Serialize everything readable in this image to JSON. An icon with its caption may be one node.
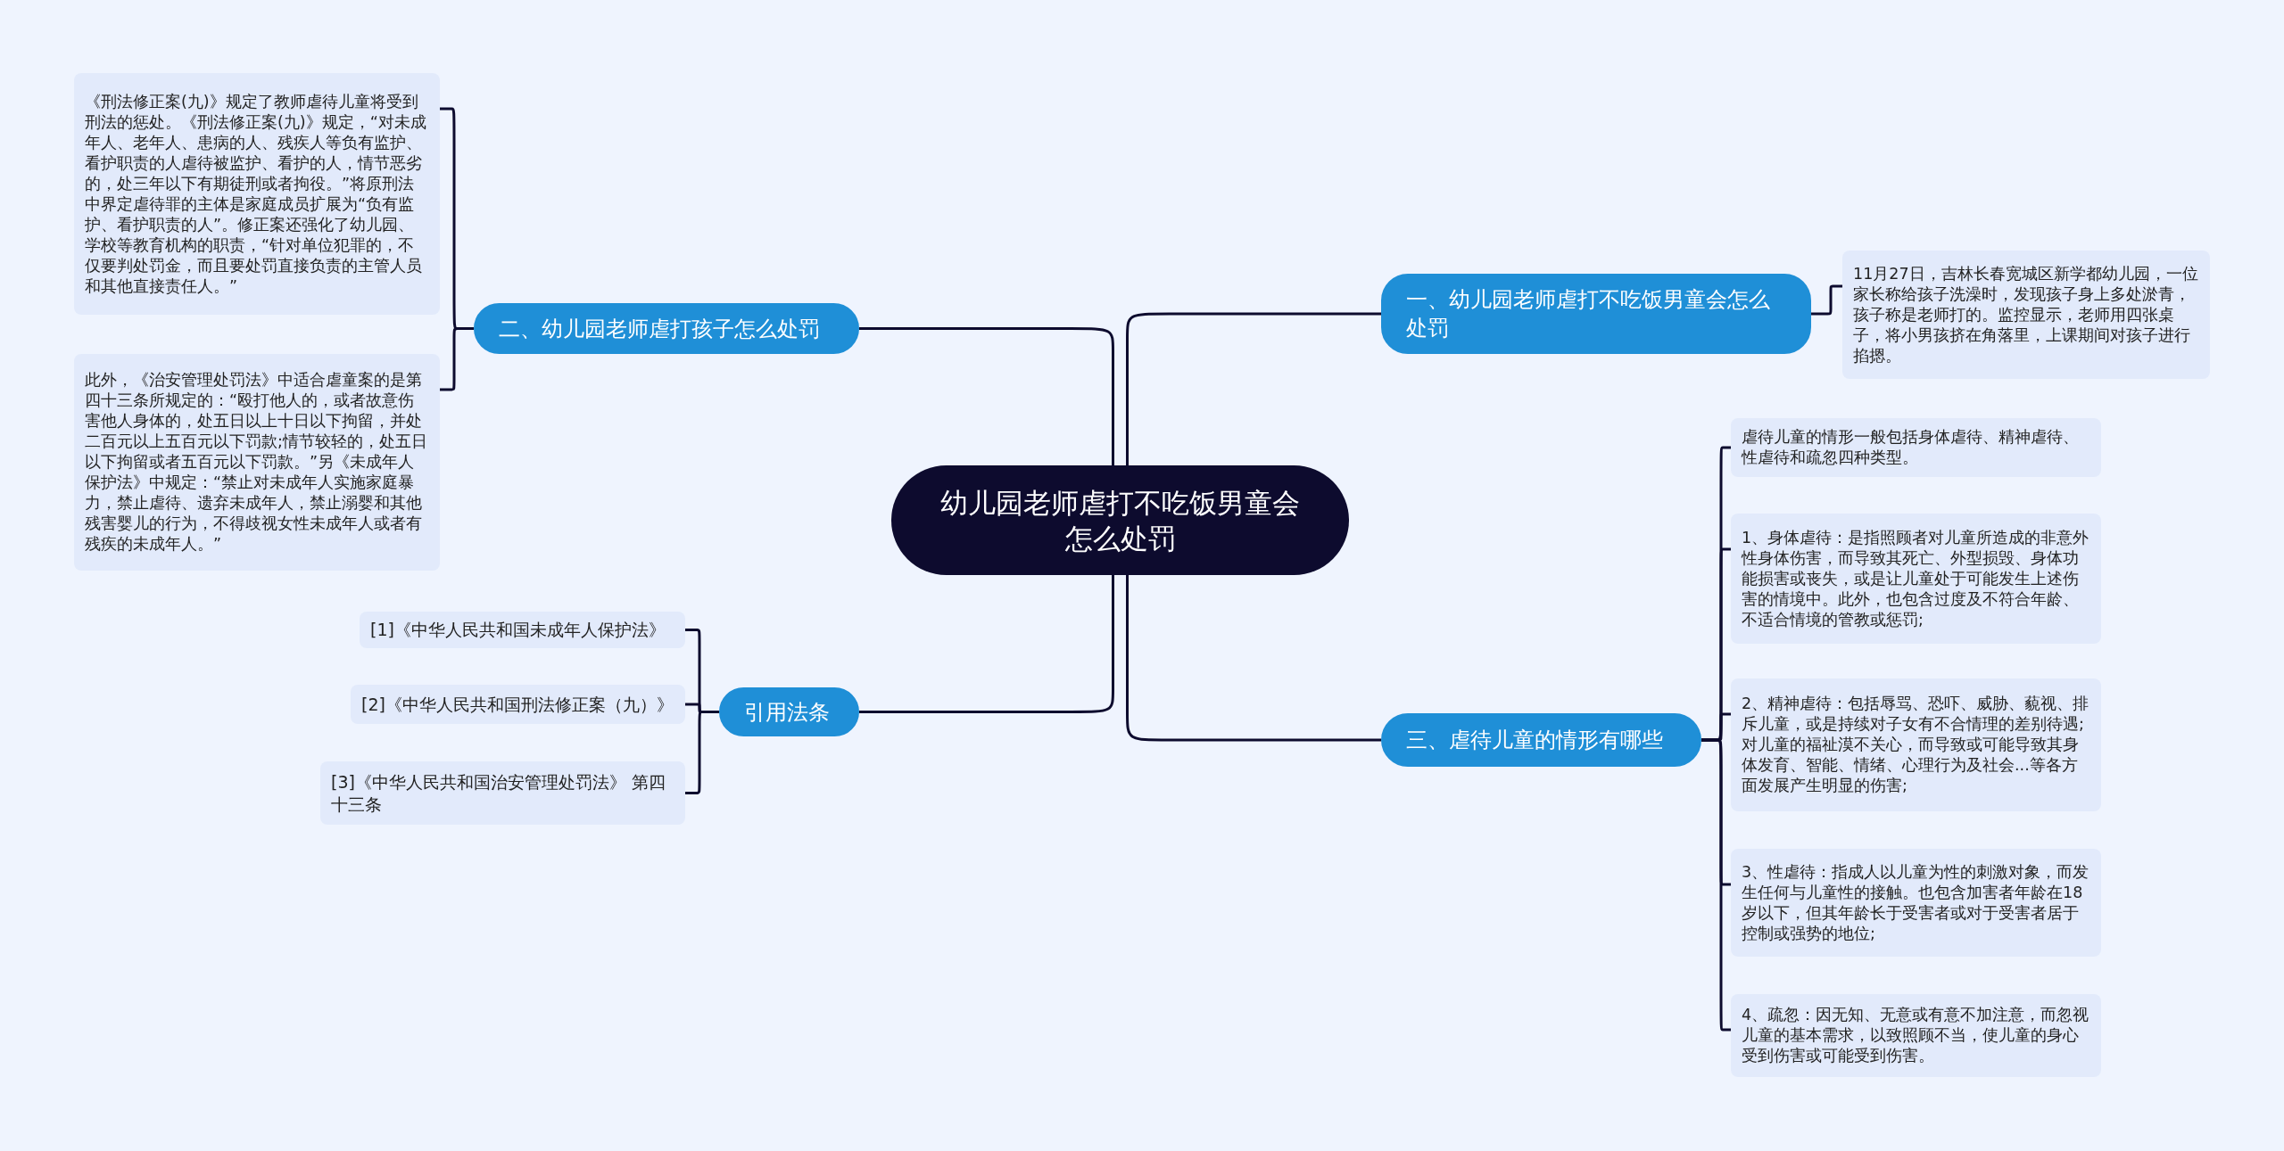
{
  "diagram": {
    "nodes": [
      {
        "text": [
          "幼儿园老师虐打不吃饭男童会怎么处罚"
        ]
      },
      {
        "text": [
          "一、幼儿园老师虐打不吃饭男童会怎么处罚"
        ]
      },
      {
        "text": [
          "11月27日，吉林长春宽城区新学都幼儿园，一位家长称给孩子洗澡时，发现孩子身上多处淤青，孩子称是老师打的。监控显示，老师用四张桌子，将小男孩挤在角落里，上课期间对孩子进行掐摁。"
        ]
      },
      {
        "text": [
          "二、幼儿园老师虐打孩子怎么处罚"
        ]
      },
      {
        "text": [
          "《刑法修正案(九)》规定了教师虐待儿童将受到刑法的惩处。《刑法修正案(九)》规定，“对未成年人、老年人、患病的人、残疾人等负有监护、看护职责的人虐待被监护、看护的人，情节恶劣的，处三年以下有期徒刑或者拘役。”将原刑法中界定虐待罪的主体是家庭成员扩展为“负有监护、看护职责的人”。修正案还强化了幼儿园、学校等教育机构的职责，“针对单位犯罪的，不仅要判处罚金，而且要处罚直接负责的主管人员和其他直接责任人。”"
        ]
      },
      {
        "text": [
          "此外，《治安管理处罚法》中适合虐童案的是第四十三条所规定的：“殴打他人的，或者故意伤害他人身体的，处五日以上十日以下拘留，并处二百元以上五百元以下罚款;情节较轻的，处五日以下拘留或者五百元以下罚款。”另《未成年人保护法》中规定：“禁止对未成年人实施家庭暴力，禁止虐待、遗弃未成年人，禁止溺婴和其他残害婴儿的行为，不得歧视女性未成年人或者有残疾的未成年人。”"
        ]
      },
      {
        "text": [
          "三、虐待儿童的情形有哪些"
        ]
      },
      {
        "text": [
          "虐待儿童的情形一般包括身体虐待、精神虐待、性虐待和疏忽四种类型。"
        ]
      },
      {
        "text": [
          "1、身体虐待：是指照顾者对儿童所造成的非意外性身体伤害，而导致其死亡、外型损毁、身体功能损害或丧失，或是让儿童处于可能发生上述伤害的情境中。此外，也包含过度及不符合年龄、不适合情境的管教或惩罚;"
        ]
      },
      {
        "text": [
          "2、精神虐待：包括辱骂、恐吓、威胁、藐视、排斥儿童，或是持续对子女有不合情理的差别待遇;对儿童的福祉漠不关心，而导致或可能导致其身体发育、智能、情绪、心理行为及社会...等各方面发展产生明显的伤害;"
        ]
      },
      {
        "text": [
          "3、性虐待：指成人以儿童为性的刺激对象，而发生任何与儿童性的接触。也包含加害者年龄在18岁以下，但其年龄长于受害者或对于受害者居于控制或强势的地位;"
        ]
      },
      {
        "text": [
          "4、疏忽：因无知、无意或有意不加注意，而忽视儿童的基本需求，以致照顾不当，使儿童的身心受到伤害或可能受到伤害。"
        ]
      },
      {
        "text": [
          "引用法条"
        ]
      },
      {
        "text": [
          "[1]《中华人民共和国未成年人保护法》"
        ]
      },
      {
        "text": [
          "[2]《中华人民共和国刑法修正案（九）》"
        ]
      },
      {
        "text": [
          "[3]《中华人民共和国治安管理处罚法》 第四十三条"
        ]
      }
    ],
    "edges": [
      {
        "from": 0,
        "to": 1,
        "arrow": "none"
      },
      {
        "from": 1,
        "to": 2,
        "arrow": "none"
      },
      {
        "from": 0,
        "to": 3,
        "arrow": "none"
      },
      {
        "from": 3,
        "to": 4,
        "arrow": "none"
      },
      {
        "from": 3,
        "to": 5,
        "arrow": "none"
      },
      {
        "from": 0,
        "to": 6,
        "arrow": "none"
      },
      {
        "from": 6,
        "to": 7,
        "arrow": "none"
      },
      {
        "from": 6,
        "to": 8,
        "arrow": "none"
      },
      {
        "from": 6,
        "to": 9,
        "arrow": "none"
      },
      {
        "from": 6,
        "to": 10,
        "arrow": "none"
      },
      {
        "from": 6,
        "to": 11,
        "arrow": "none"
      },
      {
        "from": 0,
        "to": 12,
        "arrow": "none"
      },
      {
        "from": 12,
        "to": 13,
        "arrow": "none"
      },
      {
        "from": 12,
        "to": 14,
        "arrow": "none"
      },
      {
        "from": 12,
        "to": 15,
        "arrow": "none"
      }
    ]
  }
}
